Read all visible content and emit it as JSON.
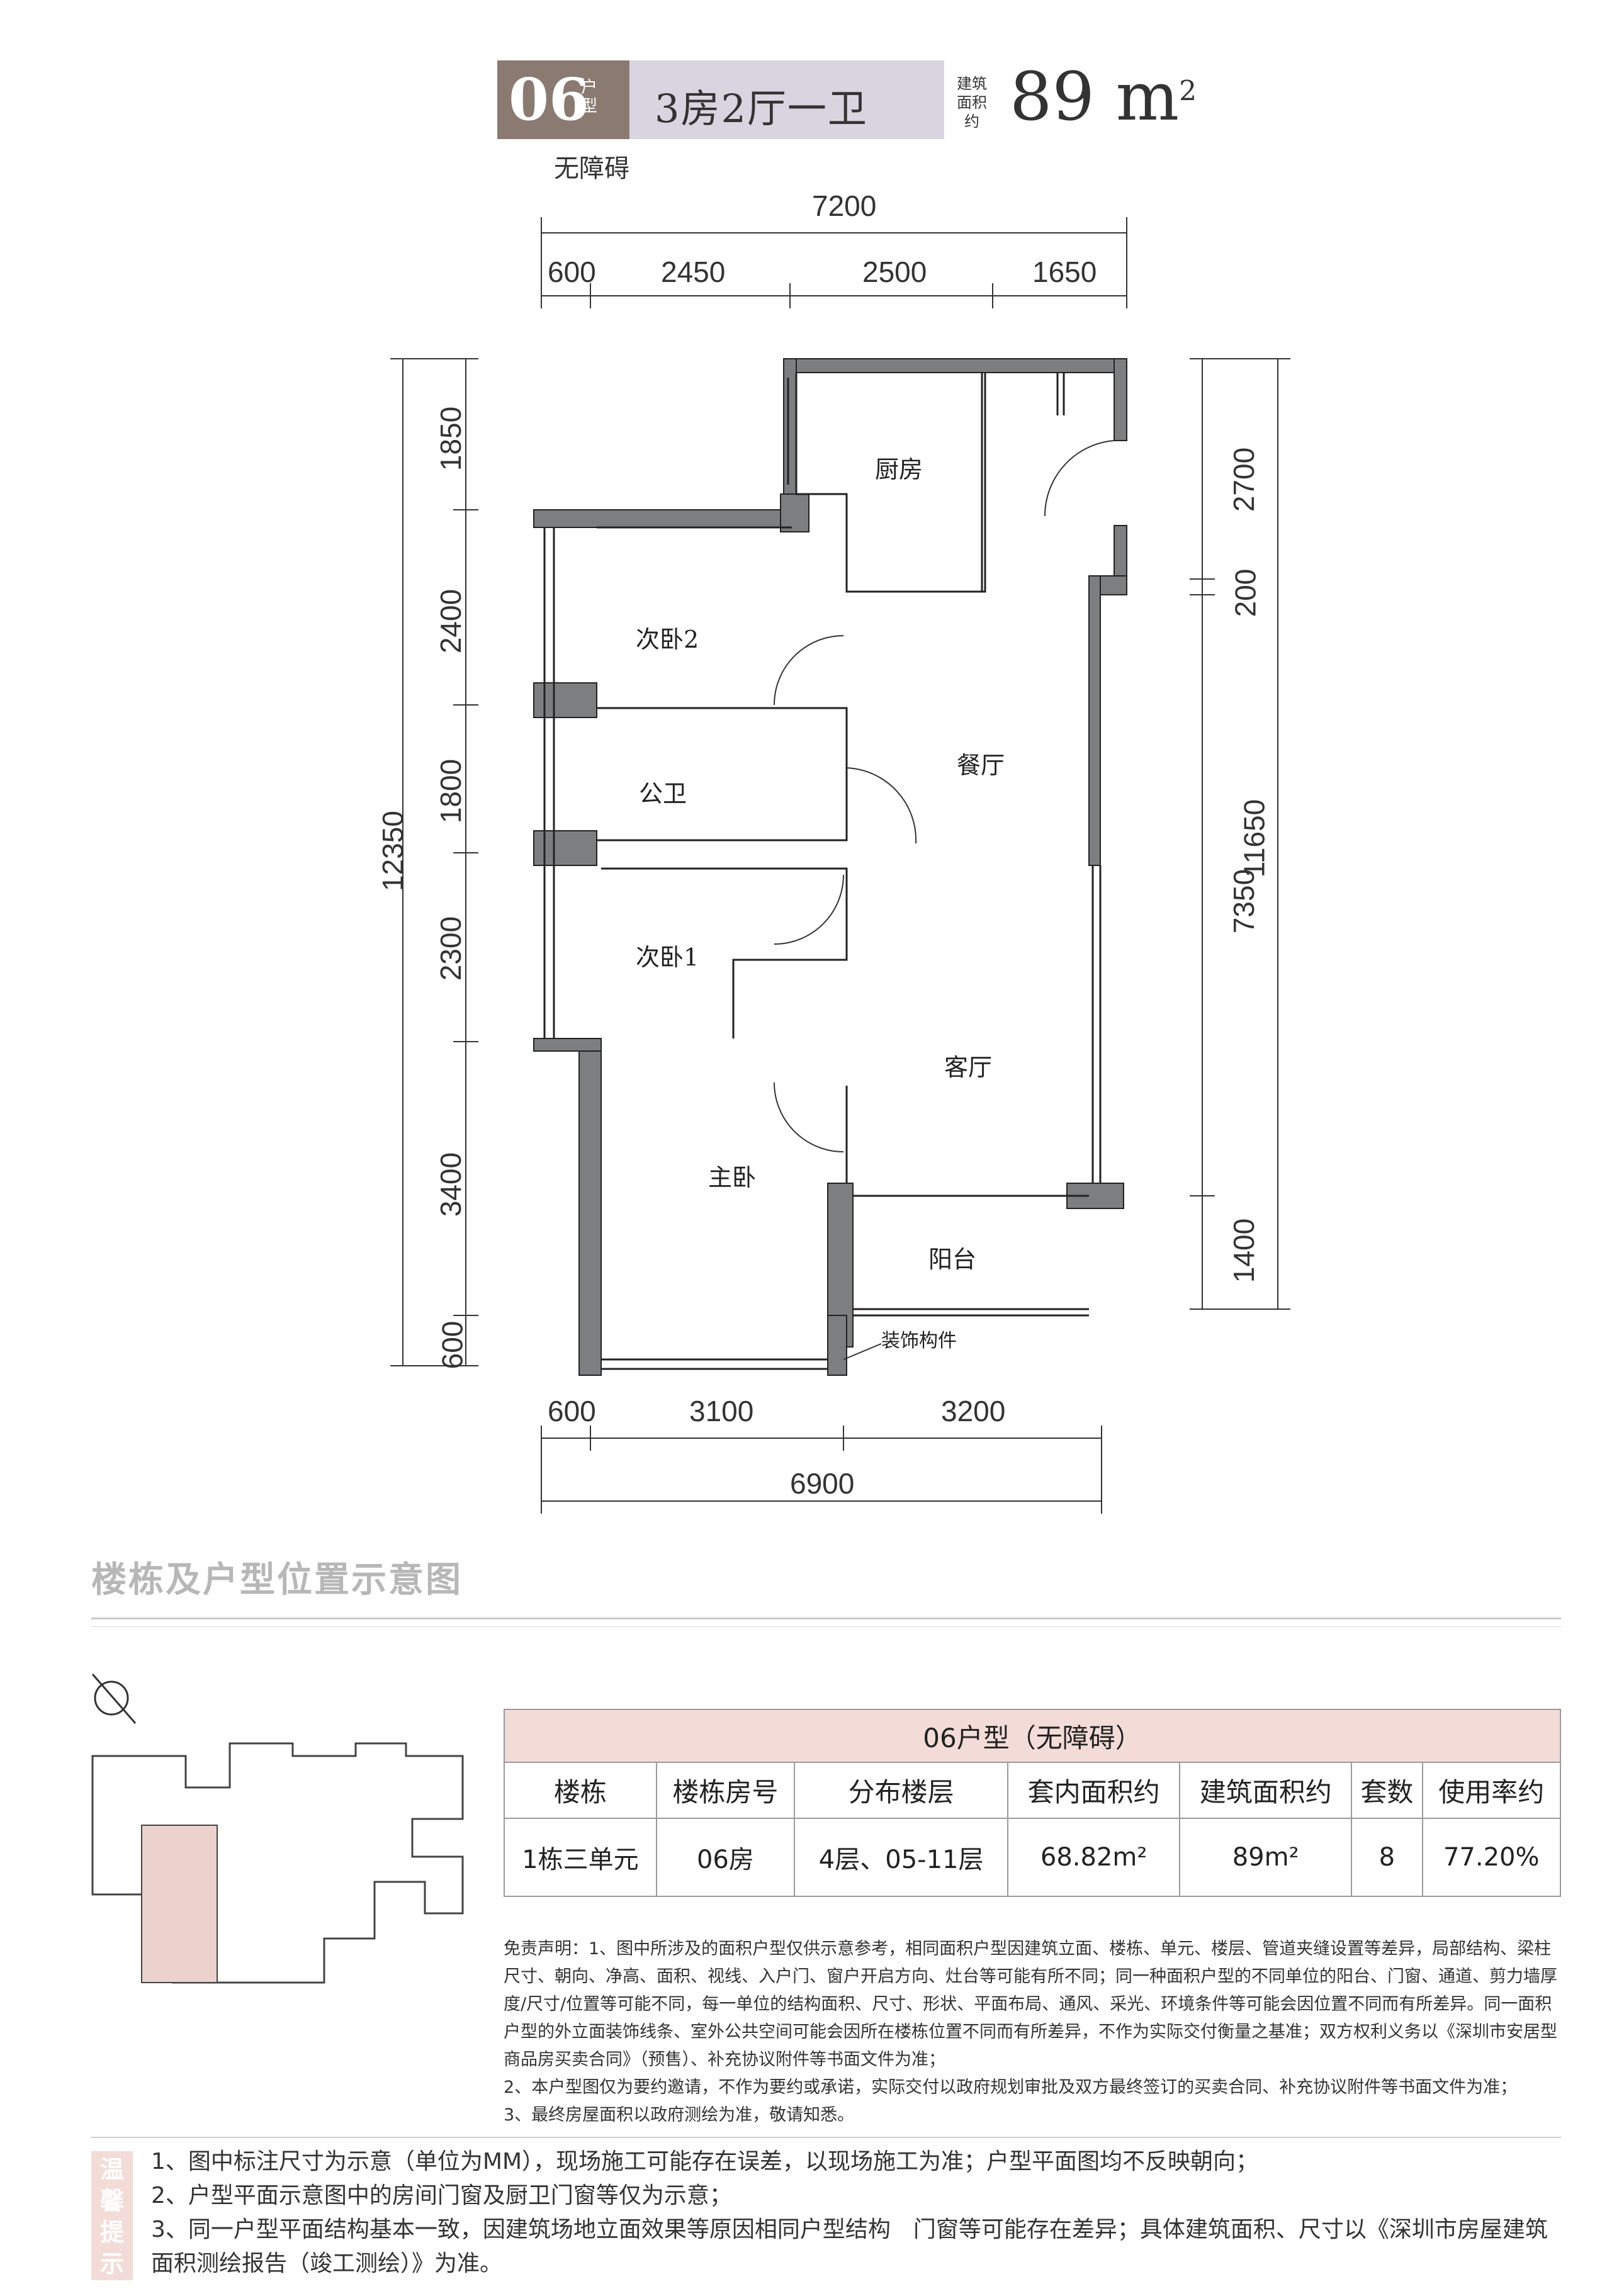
{
  "header": {
    "unit_code": "06",
    "unit_suffix": "户型",
    "rooms": "3房2厅一卫",
    "area_label": "建筑面积约",
    "area_value": "89",
    "area_unit": "m",
    "area_sup": "2",
    "accessibility": "无障碍"
  },
  "dimensions": {
    "top_total": "7200",
    "top_segments": [
      "600",
      "2450",
      "2500",
      "1650"
    ],
    "left_total": "12350",
    "left_segments": [
      "1850",
      "2400",
      "1800",
      "2300",
      "3400",
      "600"
    ],
    "right_total": "11650",
    "right_segments": [
      "2700",
      "200",
      "7350",
      "1400"
    ],
    "bottom_total": "6900",
    "bottom_segments": [
      "600",
      "3100",
      "3200"
    ]
  },
  "rooms": {
    "kitchen": "厨房",
    "bedroom2": "次卧2",
    "dining": "餐厅",
    "bathroom": "公卫",
    "bedroom1": "次卧1",
    "living": "客厅",
    "master": "主卧",
    "balcony": "阳台",
    "decor": "装饰构件"
  },
  "section_title": "楼栋及户型位置示意图",
  "table": {
    "caption": "06户型（无障碍）",
    "headers": [
      "楼栋",
      "楼栋房号",
      "分布楼层",
      "套内面积约",
      "建筑面积约",
      "套数",
      "使用率约"
    ],
    "row": [
      "1栋三单元",
      "06房",
      "4层、05-11层",
      "68.82m²",
      "89m²",
      "8",
      "77.20%"
    ]
  },
  "disclaimer": [
    "免责声明：1、图中所涉及的面积户型仅供示意参考，相同面积户型因建筑立面、楼栋、单元、楼层、管道夹缝设置等差异，局部结构、梁柱尺寸、朝向、净高、面积、视线、入户门、窗户开启方向、灶台等可能有所不同；同一种面积户型的不同单位的阳台、门窗、通道、剪力墙厚度/尺寸/位置等可能不同，每一单位的结构面积、尺寸、形状、平面布局、通风、采光、环境条件等可能会因位置不同而有所差异。同一面积户型的外立面装饰线条、室外公共空间可能会因所在楼栋位置不同而有所差异，不作为实际交付衡量之基准；双方权利义务以《深圳市安居型商品房买卖合同》（预售）、补充协议附件等书面文件为准；",
    "2、本户型图仅为要约邀请，不作为要约或承诺，实际交付以政府规划审批及双方最终签订的买卖合同、补充协议附件等书面文件为准；",
    "3、最终房屋面积以政府测绘为准，敬请知悉。"
  ],
  "tips_badge": "温馨提示",
  "tips": [
    "1、图中标注尺寸为示意（单位为MM），现场施工可能存在误差，以现场施工为准；户型平面图均不反映朝向；",
    "2、户型平面示意图中的房间门窗及厨卫门窗等仅为示意；",
    "3、同一户型平面结构基本一致，因建筑场地立面效果等原因相同户型结构　门窗等可能存在差异；具体建筑面积、尺寸以《深圳市房屋建筑面积测绘报告（竣工测绘）》为准。"
  ]
}
